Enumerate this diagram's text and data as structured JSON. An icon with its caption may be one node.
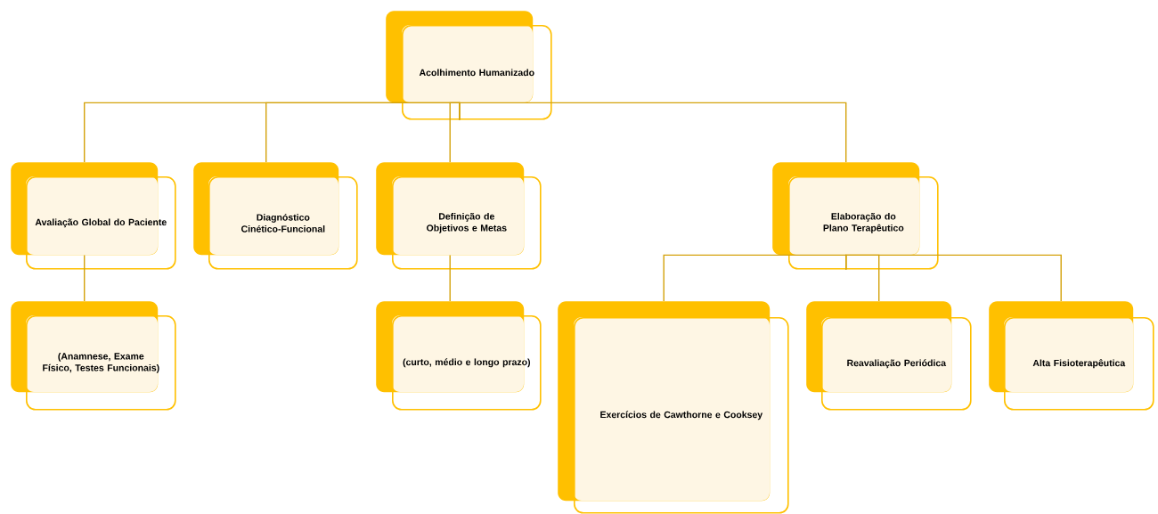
{
  "diagram": {
    "nodes": [
      {
        "text": [
          "Acolhimento Humanizado"
        ]
      },
      {
        "text": [
          "Avaliação Global do Paciente"
        ]
      },
      {
        "text": [
          "Diagnóstico Cinético-Funcional"
        ]
      },
      {
        "text": [
          "Definição de Objetivos e Metas"
        ]
      },
      {
        "text": [
          "Elaboração do Plano Terapêutico"
        ]
      },
      {
        "text": [
          "(Anamnese, Exame Físico, Testes Funcionais)"
        ]
      },
      {
        "text": [
          "(curto, médio e longo prazo)"
        ]
      },
      {
        "text": [
          "Exercícios de Cawthorne e Cooksey"
        ]
      },
      {
        "text": [
          "Reavaliação Periódica"
        ]
      },
      {
        "text": [
          "Alta Fisioterapêutica"
        ]
      }
    ],
    "edges": [
      {
        "from": 0,
        "to": 1,
        "arrow": "none"
      },
      {
        "from": 0,
        "to": 2,
        "arrow": "none"
      },
      {
        "from": 0,
        "to": 3,
        "arrow": "none"
      },
      {
        "from": 0,
        "to": 4,
        "arrow": "none"
      },
      {
        "from": 1,
        "to": 5,
        "arrow": "none"
      },
      {
        "from": 3,
        "to": 6,
        "arrow": "none"
      },
      {
        "from": 4,
        "to": 7,
        "arrow": "none"
      },
      {
        "from": 4,
        "to": 8,
        "arrow": "none"
      },
      {
        "from": 4,
        "to": 9,
        "arrow": "none"
      }
    ]
  }
}
